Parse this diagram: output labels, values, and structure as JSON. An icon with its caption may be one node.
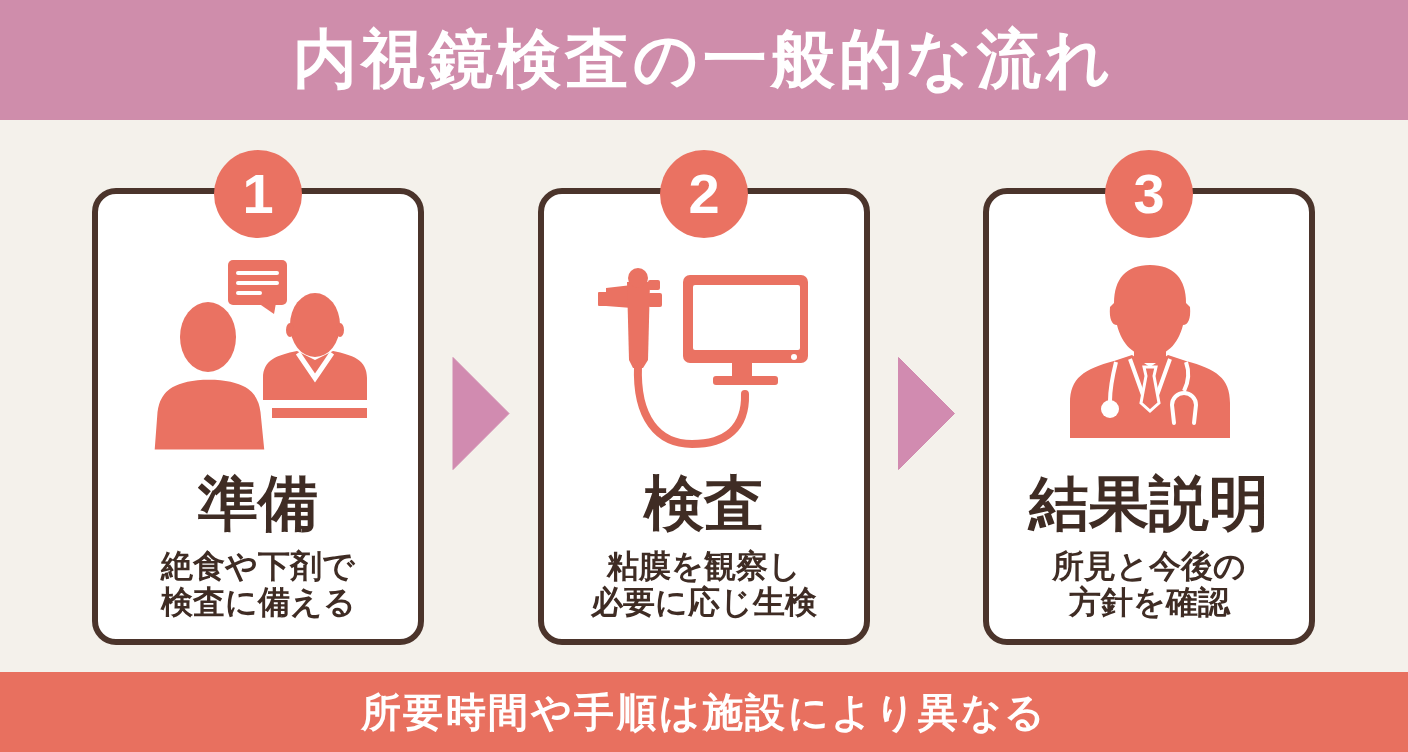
{
  "diagram": {
    "title": "内視鏡検査の一般的な流れ",
    "caption": "所要時間や手順は施設により異なる",
    "nodes": [
      {
        "text": [
          "1"
        ]
      },
      {
        "text": [
          "準備",
          "絶食や下剤で検査に備える"
        ]
      },
      {
        "text": [
          "2"
        ]
      },
      {
        "text": [
          "検査",
          "粘膜を観察し必要に応じ生検"
        ]
      },
      {
        "text": [
          "3"
        ]
      },
      {
        "text": [
          "結果説明",
          "所見と今後の方針を確認"
        ]
      }
    ],
    "edges": [
      {
        "from": 1,
        "to": 3,
        "arrow": "to"
      },
      {
        "from": 3,
        "to": 5,
        "arrow": "to"
      }
    ]
  }
}
